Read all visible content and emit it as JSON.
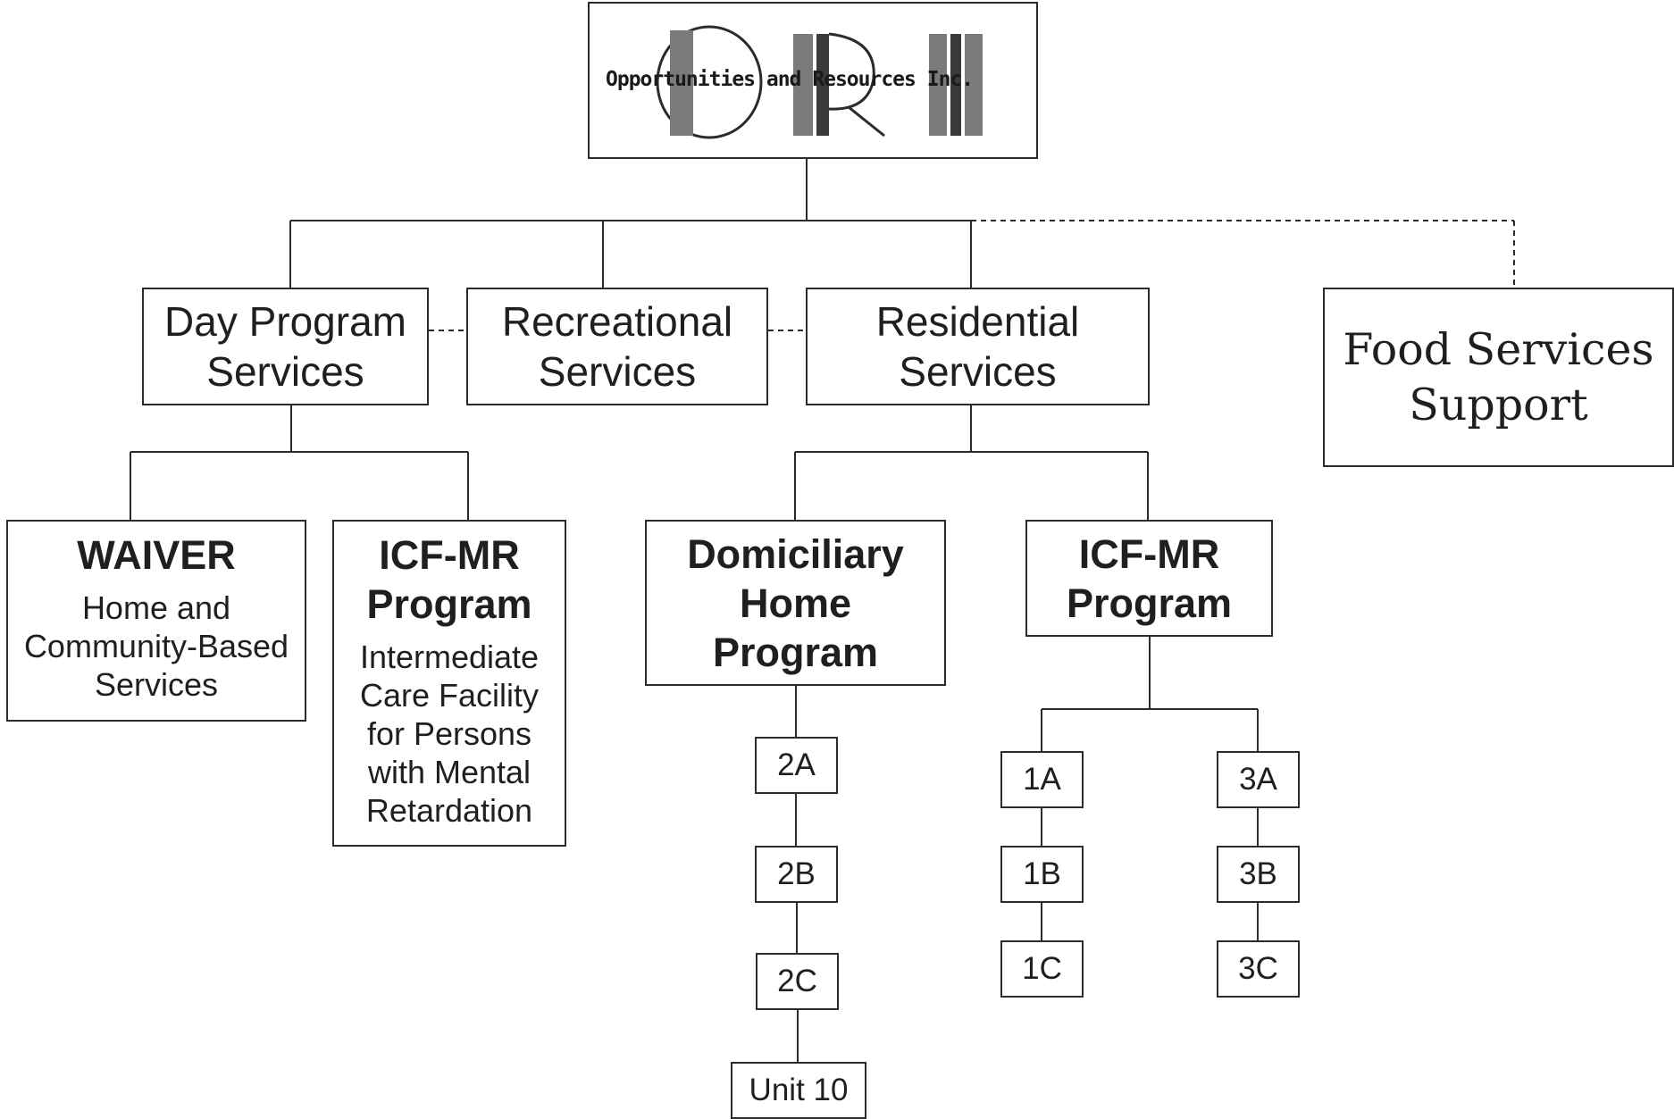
{
  "logo": {
    "text": "Opportunities and Resources Inc.",
    "monogram": "ORI",
    "colors": {
      "bar": "#7b7b7b",
      "bar_dark": "#3a3a3a",
      "ring": "#2b2b2b"
    }
  },
  "level1": {
    "day_program": [
      "Day Program",
      "Services"
    ],
    "recreational": [
      "Recreational",
      "Services"
    ],
    "residential": [
      "Residential",
      "Services"
    ],
    "food_services": [
      "Food Services",
      "Support"
    ]
  },
  "day_program_children": {
    "waiver": {
      "title": "WAIVER",
      "subtitle": [
        "Home and",
        "Community-Based",
        "Services"
      ]
    },
    "icf_mr": {
      "title": [
        "ICF-MR",
        "Program"
      ],
      "subtitle": [
        "Intermediate",
        "Care Facility",
        "for Persons",
        "with Mental",
        "Retardation"
      ]
    }
  },
  "residential_children": {
    "domiciliary": {
      "title": [
        "Domiciliary",
        "Home",
        "Program"
      ]
    },
    "icf_mr": {
      "title": [
        "ICF-MR",
        "Program"
      ]
    }
  },
  "units": {
    "domiciliary": [
      "2A",
      "2B",
      "2C",
      "Unit 10"
    ],
    "icf_left": [
      "1A",
      "1B",
      "1C"
    ],
    "icf_right": [
      "3A",
      "3B",
      "3C"
    ]
  },
  "colors": {
    "line": "#2b2b2b",
    "text": "#1f1f1f",
    "background": "#ffffff"
  }
}
